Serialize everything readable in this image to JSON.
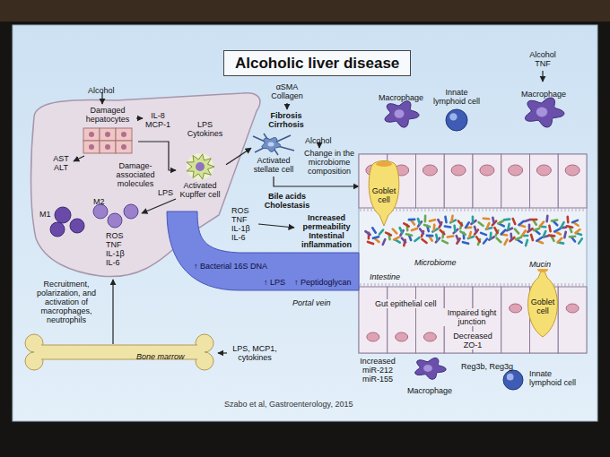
{
  "diagram": {
    "title": "Alcoholic liver disease",
    "caption": "Szabo et al, Gastroenterology, 2015",
    "nodes": [
      {
        "text": [
          "Damaged hepatocytes"
        ]
      },
      {
        "text": [
          "Activated stellate cell"
        ]
      },
      {
        "text": [
          "Activated Kupffer cell"
        ]
      },
      {
        "text": [
          "Macrophage"
        ]
      },
      {
        "text": [
          "Innate lymphoid cell"
        ]
      },
      {
        "text": [
          "Macrophage"
        ]
      },
      {
        "text": [
          "Microbiome",
          "Intestine",
          "Gut epithelial cell",
          "Impaired tight junction",
          "Decreased ZO-1",
          "Mucin"
        ]
      },
      {
        "text": [
          "Goblet cell"
        ],
        "in": 6
      },
      {
        "text": [
          "Goblet cell"
        ],
        "in": 6
      },
      {
        "text": [
          "↑ Bacterial 16S DNA",
          "↑ LPS",
          "↑ Peptidoglycan",
          "Portal vein"
        ]
      },
      {
        "text": [
          "Bone marrow"
        ]
      },
      {
        "text": [
          "Macrophage"
        ]
      },
      {
        "text": [
          "Innate lymphoid cell"
        ]
      }
    ],
    "edges": [
      {
        "from": 0,
        "to": 2,
        "arrow": "to"
      },
      {
        "from": 2,
        "to": 1,
        "arrow": "to"
      },
      {
        "from": 1,
        "to": 6,
        "arrow": "to"
      }
    ],
    "labels": [
      "Alcohol",
      "IL-8 MCP-1",
      "LPS Cytokines",
      "αSMA Collagen",
      "Fibrosis Cirrhosis",
      "AST ALT",
      "Damage-associated molecules",
      "M2",
      "LPS",
      "M1",
      "ROS TNF IL-1β IL-6",
      "Alcohol",
      "Change in the microbiome composition",
      "Bile acids Cholestasis",
      "ROS TNF IL-1β IL-6",
      "Increased permeability Intestinal inflammation",
      "Recruitment, polarization, and activation of macrophages, neutrophils",
      "LPS, MCP1, cytokines",
      "Alcohol TNF",
      "Increased miR-212 miR-155",
      "Reg3b, Reg3g"
    ]
  }
}
